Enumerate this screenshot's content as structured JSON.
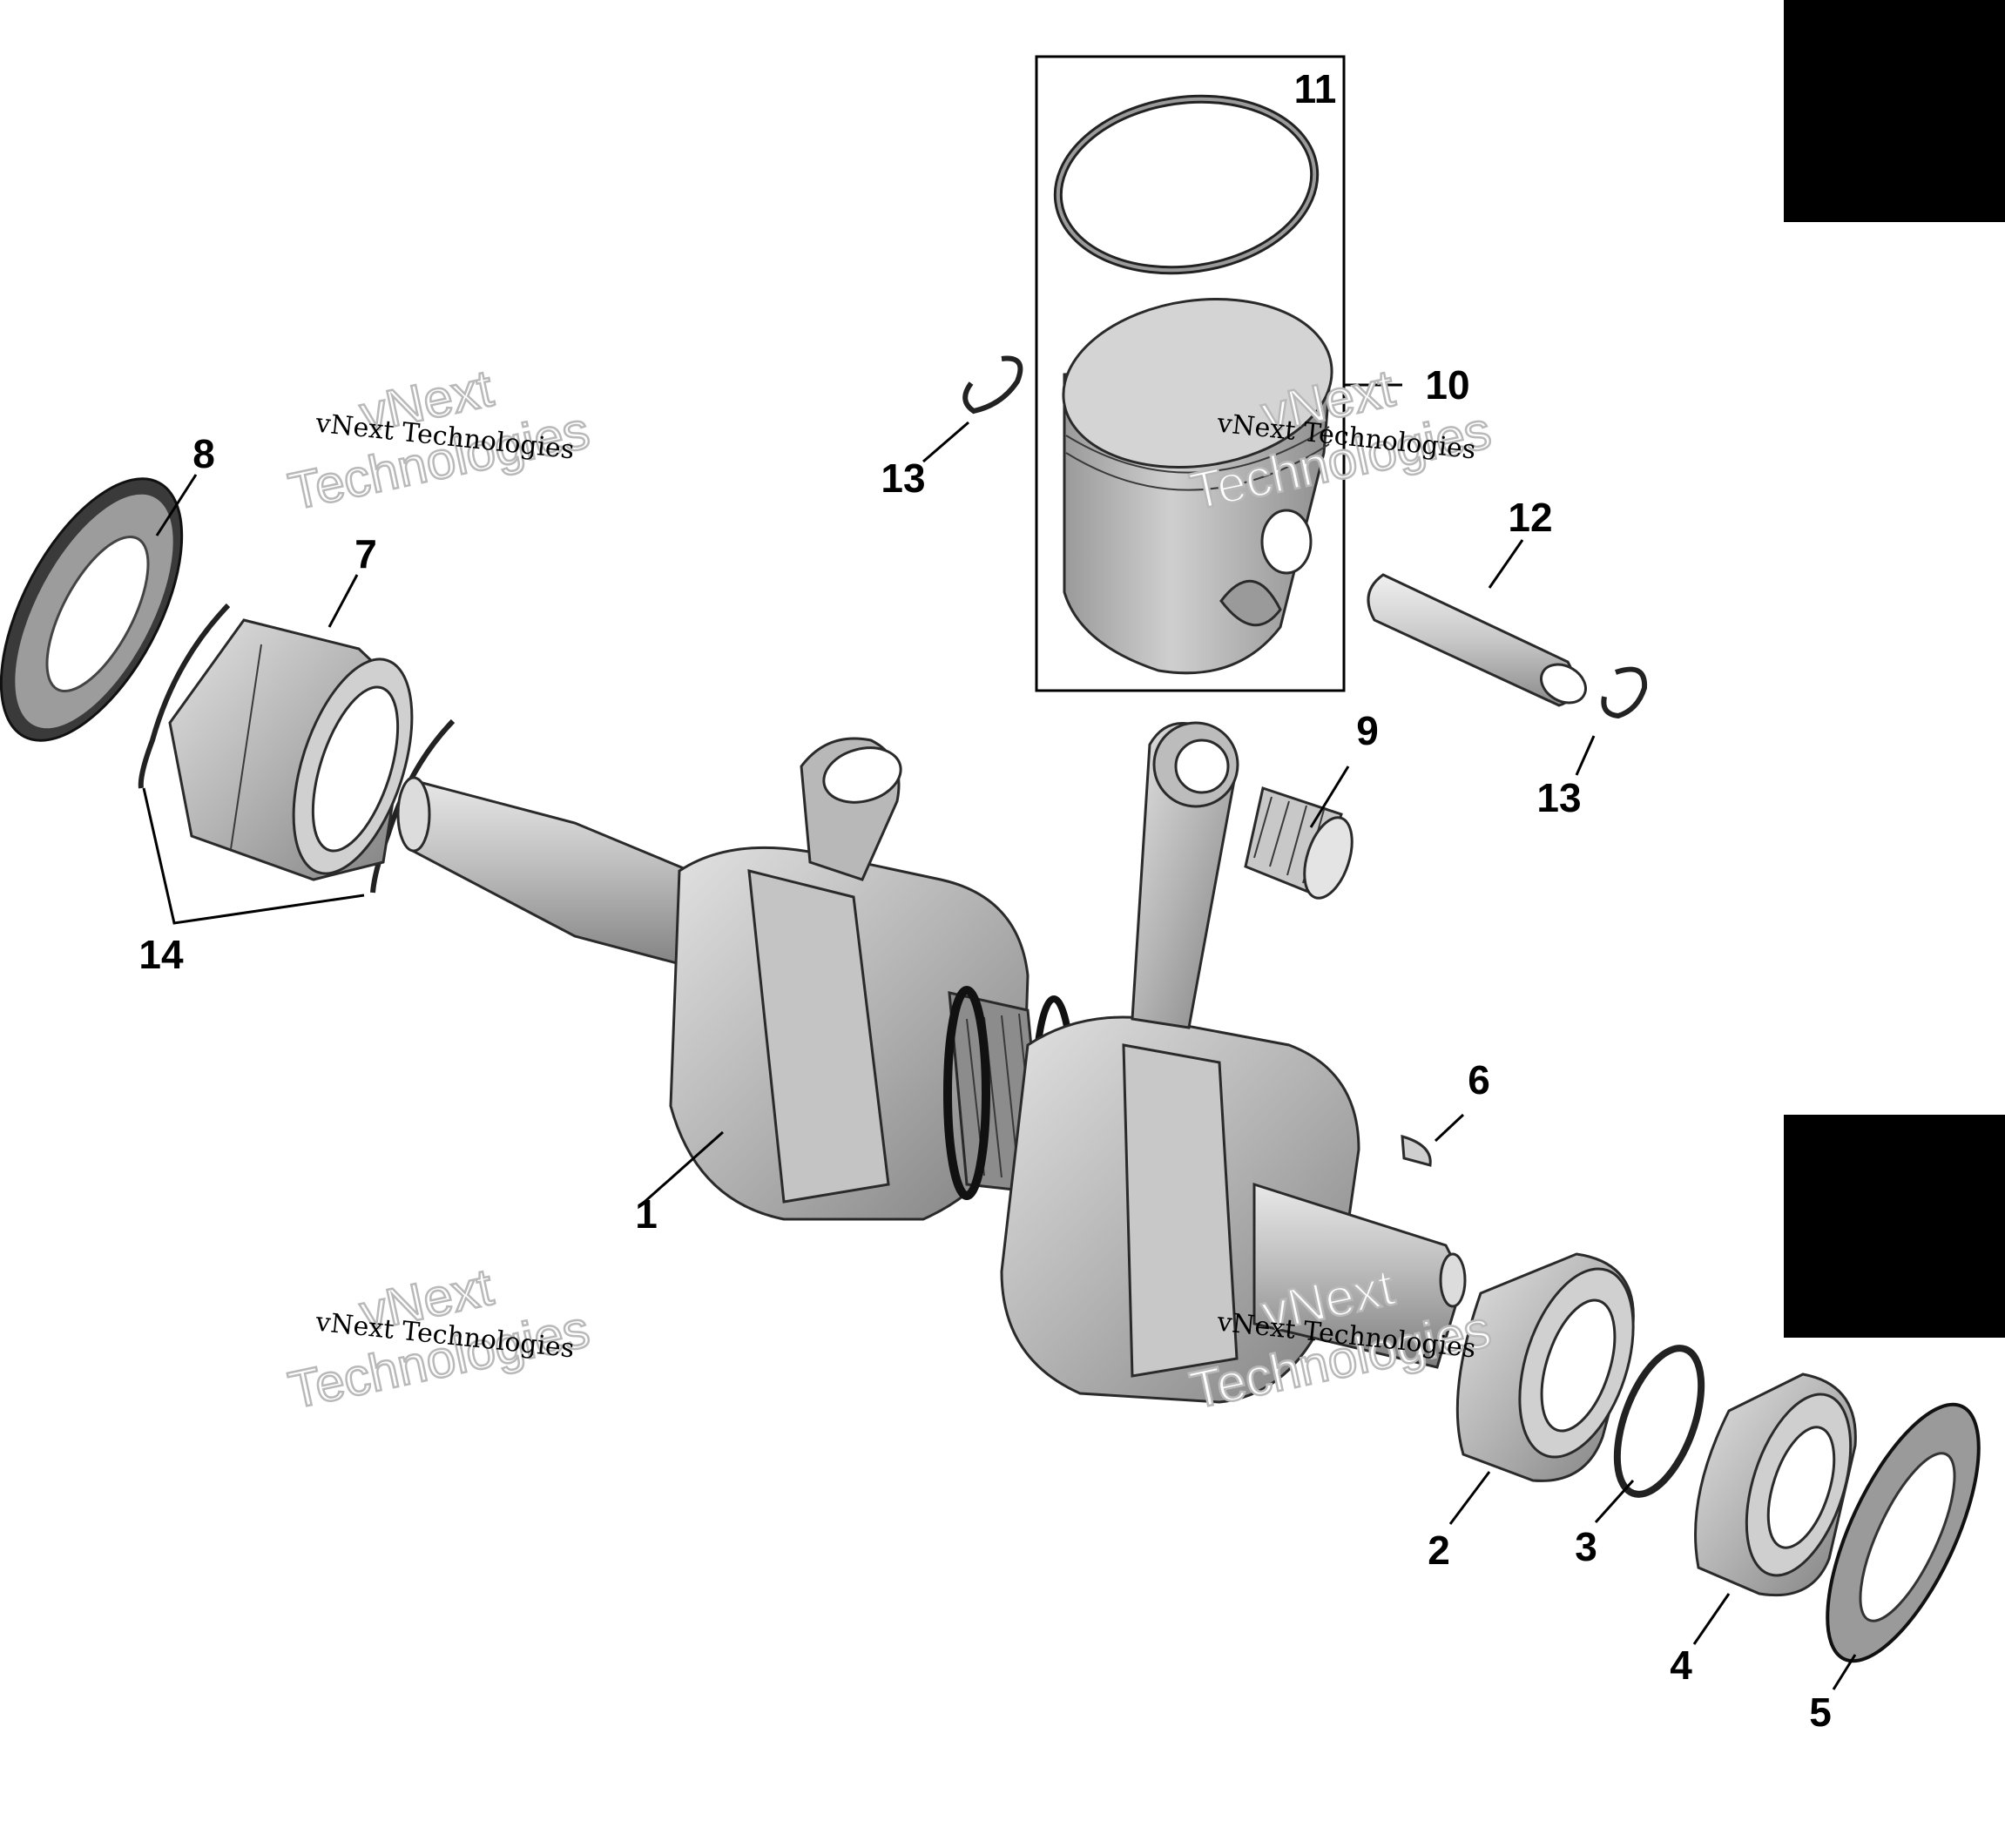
{
  "callouts": {
    "c1": "1",
    "c2": "2",
    "c3": "3",
    "c4": "4",
    "c5": "5",
    "c6": "6",
    "c7": "7",
    "c8": "8",
    "c9": "9",
    "c10": "10",
    "c11": "11",
    "c12": "12",
    "c13a": "13",
    "c13b": "13",
    "c14": "14"
  },
  "watermark": {
    "line_small": "vNext Technologies",
    "line_big_1": "vNext",
    "line_big_2": "Technologies"
  },
  "colors": {
    "metal_light": "#d2d2d2",
    "metal_mid": "#a9a9a9",
    "metal_dark": "#7a7a7a",
    "outline": "#2a2a2a",
    "redaction_block": "#000000"
  }
}
